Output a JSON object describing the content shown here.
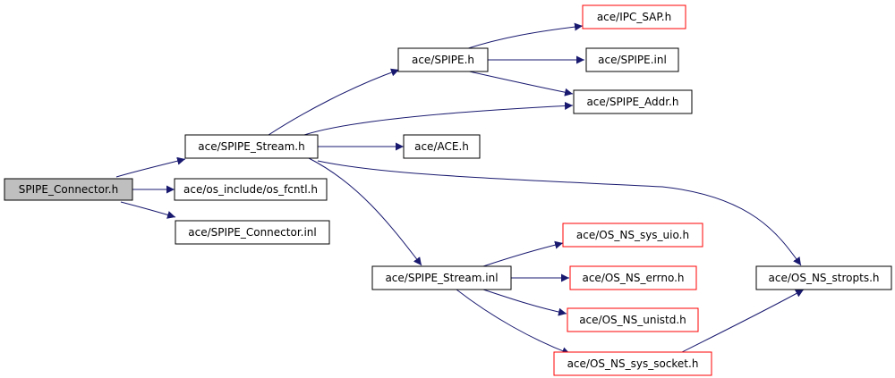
{
  "diagram": {
    "colors": {
      "background": "#ffffff",
      "edge": "#191970",
      "normal_border": "#000000",
      "highlight_border": "#ff0000",
      "root_fill": "#bfbfbf"
    },
    "nodes": {
      "root": {
        "label": "SPIPE_Connector.h",
        "style": "root"
      },
      "spipe_stream_h": {
        "label": "ace/SPIPE_Stream.h",
        "style": "normal"
      },
      "os_fcntl": {
        "label": "ace/os_include/os_fcntl.h",
        "style": "normal"
      },
      "spipe_connector_inl": {
        "label": "ace/SPIPE_Connector.inl",
        "style": "normal"
      },
      "spipe_h": {
        "label": "ace/SPIPE.h",
        "style": "normal"
      },
      "ace_h": {
        "label": "ace/ACE.h",
        "style": "normal"
      },
      "spipe_stream_inl": {
        "label": "ace/SPIPE_Stream.inl",
        "style": "normal"
      },
      "os_ns_stropts": {
        "label": "ace/OS_NS_stropts.h",
        "style": "normal"
      },
      "ipc_sap": {
        "label": "ace/IPC_SAP.h",
        "style": "highlight"
      },
      "spipe_inl": {
        "label": "ace/SPIPE.inl",
        "style": "normal"
      },
      "spipe_addr": {
        "label": "ace/SPIPE_Addr.h",
        "style": "normal"
      },
      "os_ns_sys_uio": {
        "label": "ace/OS_NS_sys_uio.h",
        "style": "highlight"
      },
      "os_ns_errno": {
        "label": "ace/OS_NS_errno.h",
        "style": "highlight"
      },
      "os_ns_unistd": {
        "label": "ace/OS_NS_unistd.h",
        "style": "highlight"
      },
      "os_ns_sys_socket": {
        "label": "ace/OS_NS_sys_socket.h",
        "style": "highlight"
      }
    },
    "edges": [
      {
        "from": "root",
        "to": "spipe_stream_h"
      },
      {
        "from": "root",
        "to": "os_fcntl"
      },
      {
        "from": "root",
        "to": "spipe_connector_inl"
      },
      {
        "from": "spipe_stream_h",
        "to": "spipe_h"
      },
      {
        "from": "spipe_stream_h",
        "to": "spipe_addr"
      },
      {
        "from": "spipe_stream_h",
        "to": "ace_h"
      },
      {
        "from": "spipe_stream_h",
        "to": "os_ns_stropts"
      },
      {
        "from": "spipe_stream_h",
        "to": "spipe_stream_inl"
      },
      {
        "from": "spipe_h",
        "to": "ipc_sap"
      },
      {
        "from": "spipe_h",
        "to": "spipe_inl"
      },
      {
        "from": "spipe_h",
        "to": "spipe_addr"
      },
      {
        "from": "spipe_stream_inl",
        "to": "os_ns_sys_uio"
      },
      {
        "from": "spipe_stream_inl",
        "to": "os_ns_errno"
      },
      {
        "from": "spipe_stream_inl",
        "to": "os_ns_unistd"
      },
      {
        "from": "spipe_stream_inl",
        "to": "os_ns_sys_socket"
      },
      {
        "from": "os_ns_sys_socket",
        "to": "os_ns_stropts"
      }
    ]
  }
}
